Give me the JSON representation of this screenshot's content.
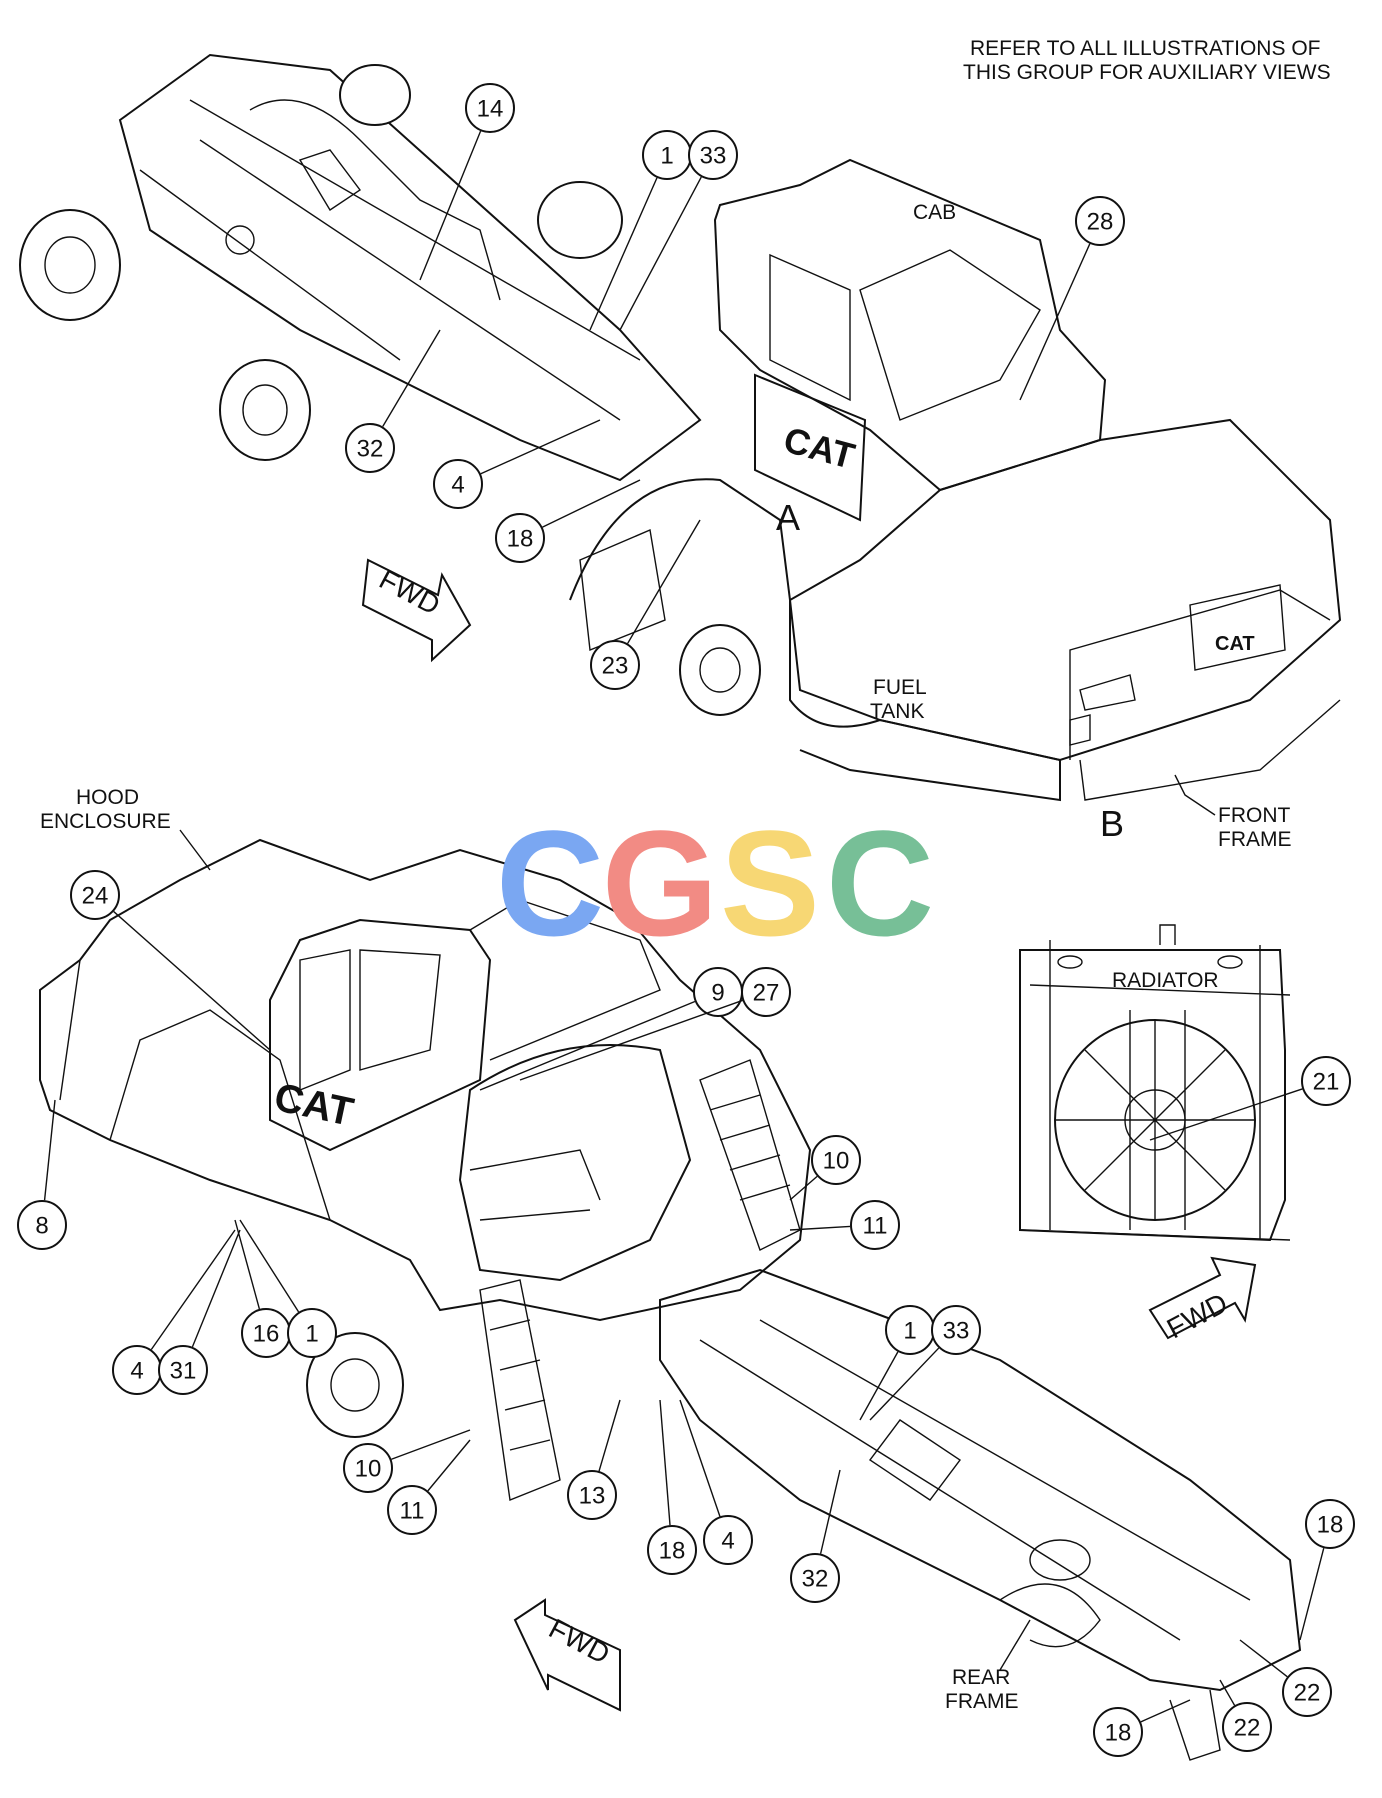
{
  "notes": {
    "refer_line1": "REFER TO ALL ILLUSTRATIONS OF",
    "refer_line2": "THIS GROUP FOR AUXILIARY VIEWS"
  },
  "labels": {
    "cab": "CAB",
    "fuel_tank_1": "FUEL",
    "fuel_tank_2": "TANK",
    "hood_1": "HOOD",
    "hood_2": "ENCLOSURE",
    "front_frame_1": "FRONT",
    "front_frame_2": "FRAME",
    "radiator": "RADIATOR",
    "rear_frame_1": "REAR",
    "rear_frame_2": "FRAME",
    "view_a": "A",
    "view_b": "B",
    "fwd": "FWD",
    "cat_logo": "CAT"
  },
  "watermark": {
    "letters": [
      "C",
      "G",
      "S",
      "C"
    ],
    "colors": [
      "#7aa7f2",
      "#f28b84",
      "#f7d774",
      "#77bf97"
    ]
  },
  "callouts": [
    "14",
    "1",
    "33",
    "28",
    "32",
    "4",
    "18",
    "23",
    "24",
    "9",
    "27",
    "8",
    "10",
    "11",
    "16",
    "1",
    "4",
    "31",
    "21",
    "1",
    "33",
    "10",
    "11",
    "13",
    "18",
    "4",
    "32",
    "18",
    "22",
    "18",
    "22"
  ]
}
